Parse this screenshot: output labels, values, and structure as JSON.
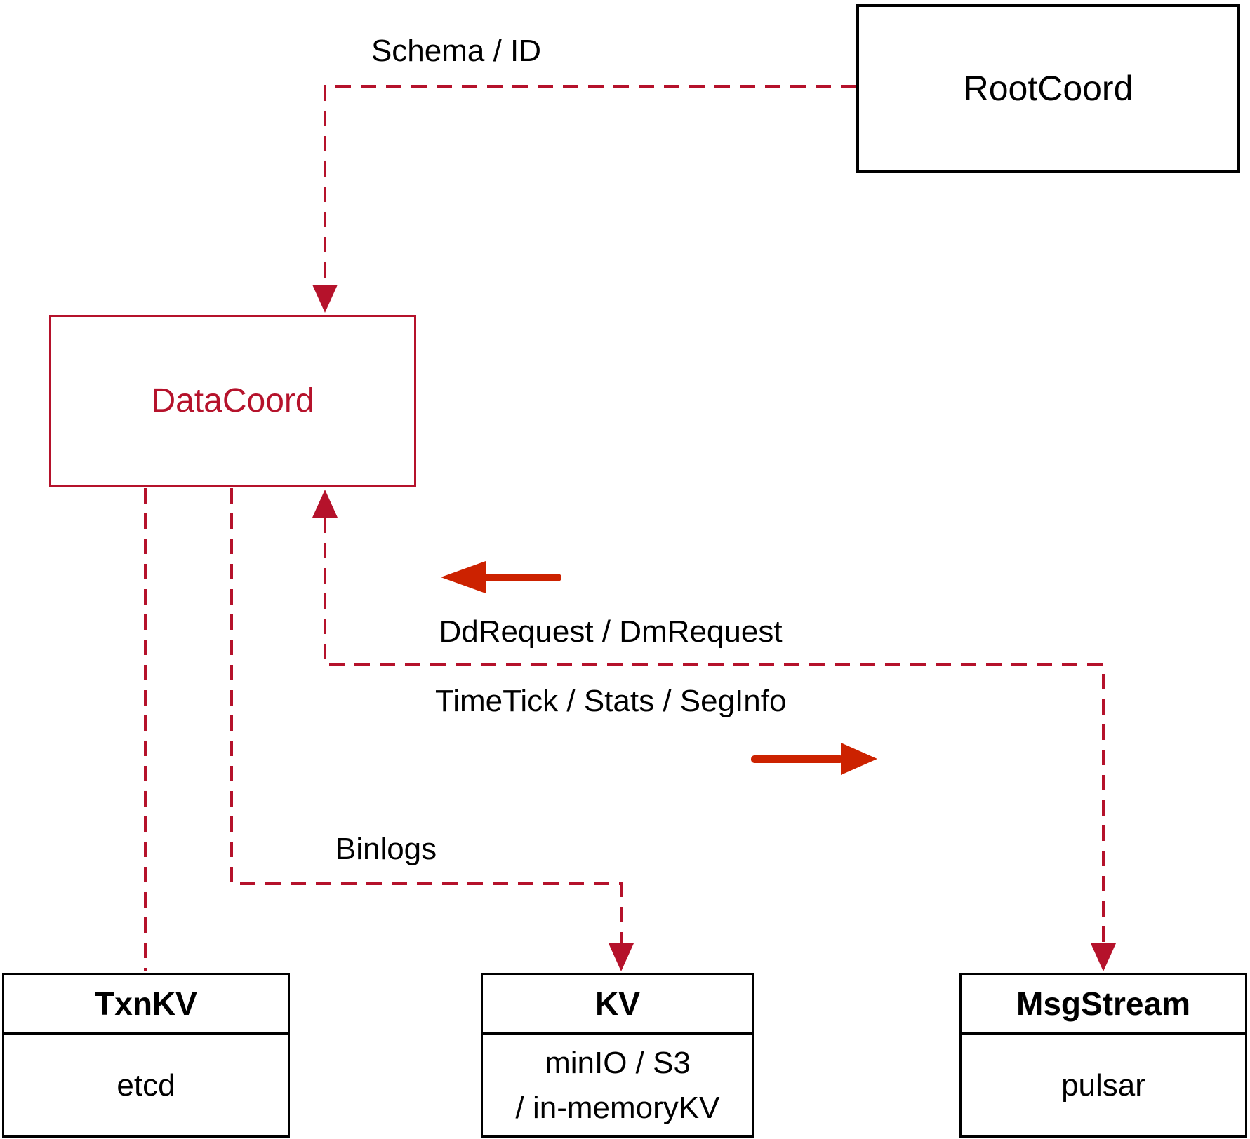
{
  "diagram": {
    "title_hint": "DataCoord interaction diagram",
    "colors": {
      "dashed_line": "#b5122b",
      "solid_arrow": "#cc2200",
      "datacoord_accent": "#b5122b",
      "box_border": "#000000",
      "background": "#ffffff"
    },
    "nodes": {
      "rootcoord": {
        "label": "RootCoord"
      },
      "datacoord": {
        "label": "DataCoord"
      },
      "txnkv": {
        "title": "TxnKV",
        "body": "etcd"
      },
      "kv": {
        "title": "KV",
        "body_line1": "minIO / S3",
        "body_line2": "/ in-memoryKV"
      },
      "msgstream": {
        "title": "MsgStream",
        "body": "pulsar"
      }
    },
    "edge_labels": {
      "schema_id": "Schema / ID",
      "dd_request": "DdRequest / DmRequest",
      "time_tick": "TimeTick / Stats / SegInfo",
      "binlogs": "Binlogs"
    }
  }
}
